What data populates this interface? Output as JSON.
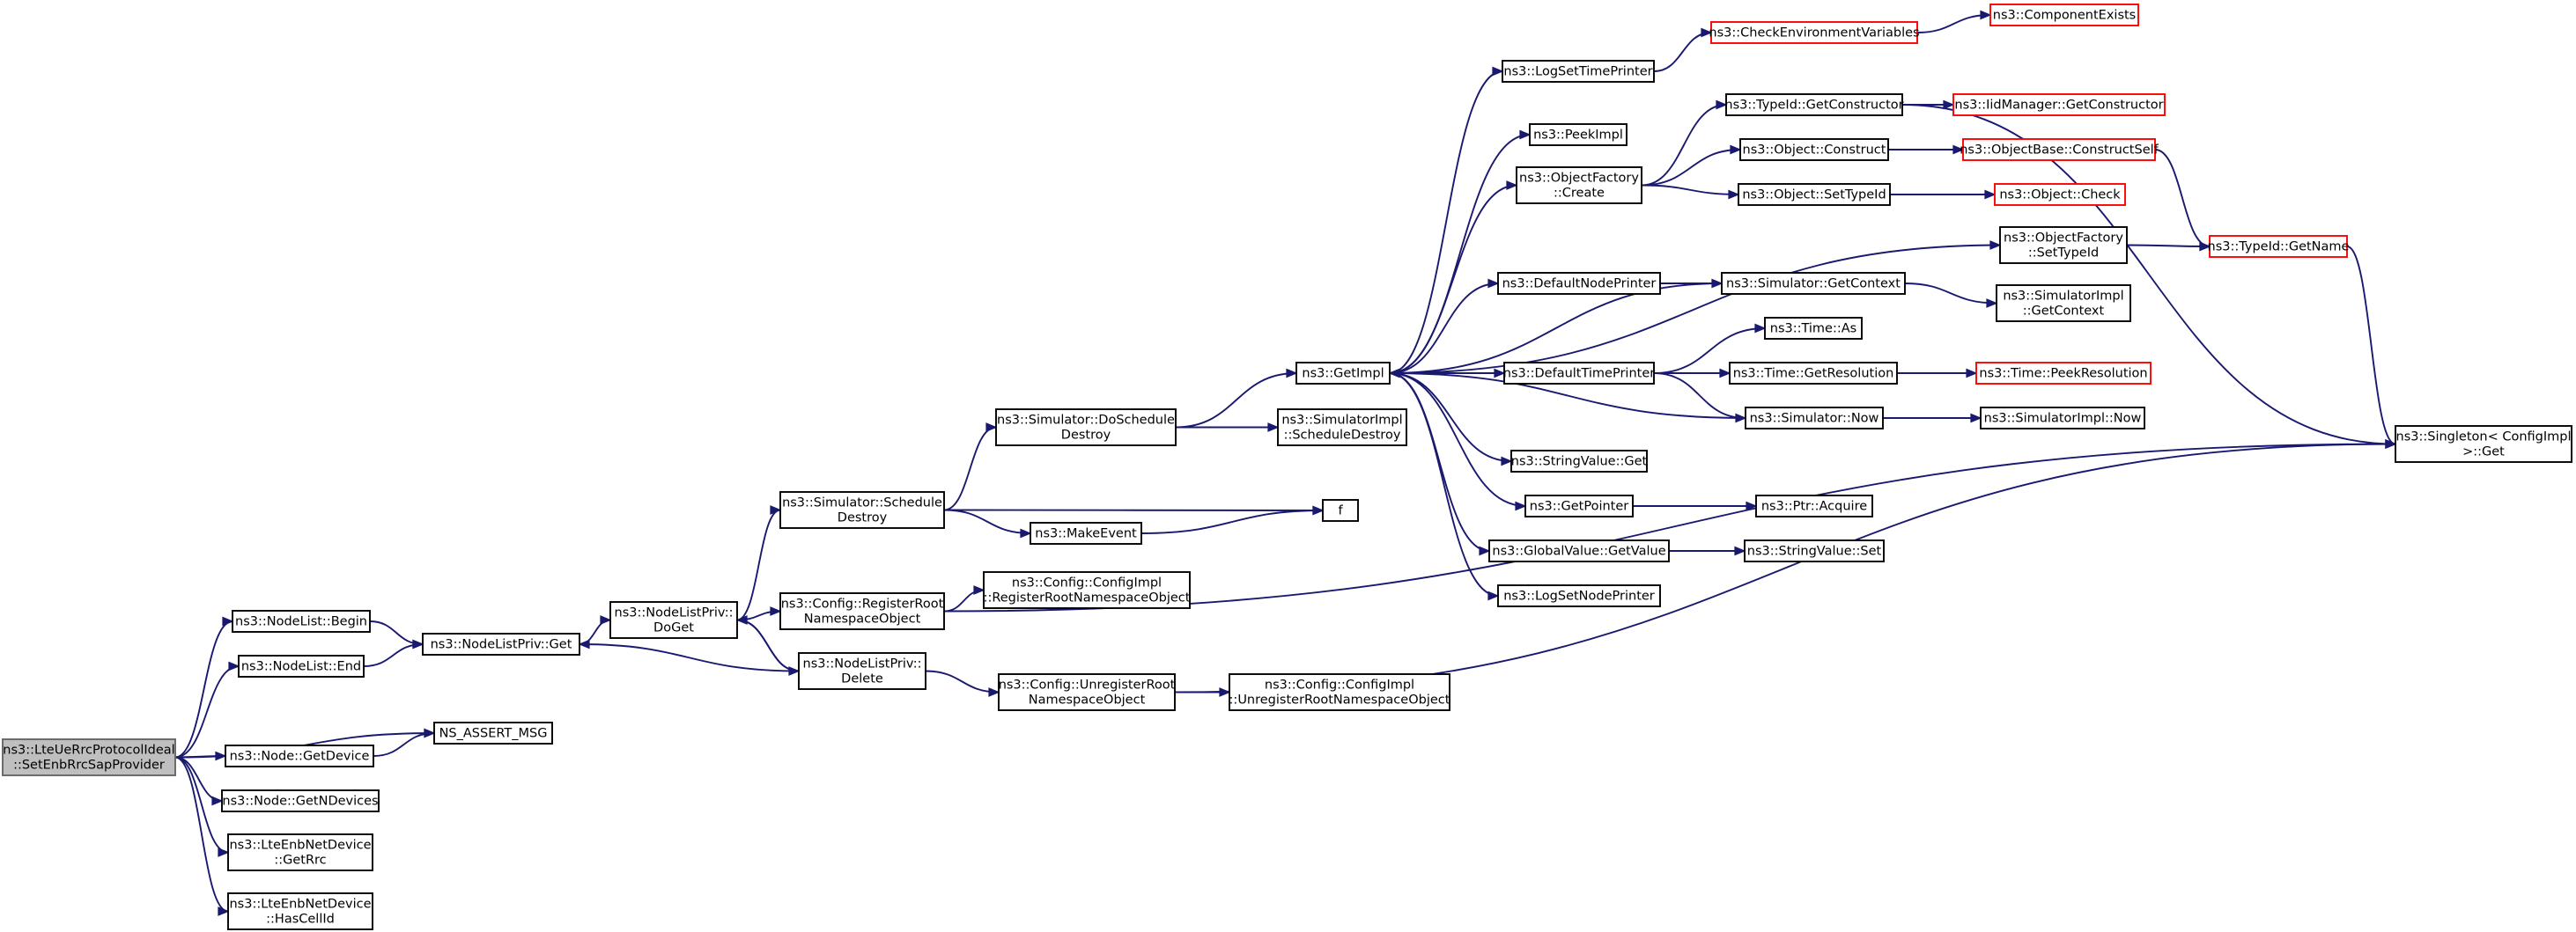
{
  "colors": {
    "edge": "#191970",
    "border": "#000000",
    "truncated_border": "#ff0000",
    "root_fill": "#bfbfbf",
    "root_border": "#666666",
    "background": "#ffffff"
  },
  "nodes": [
    {
      "id": "root",
      "lines": [
        "ns3::LteUeRrcProtocolIdeal",
        "::SetEnbRrcSapProvider"
      ],
      "kind": "root"
    },
    {
      "id": "nodelist_begin",
      "lines": [
        "ns3::NodeList::Begin"
      ],
      "kind": "normal"
    },
    {
      "id": "nodelist_end",
      "lines": [
        "ns3::NodeList::End"
      ],
      "kind": "normal"
    },
    {
      "id": "ns_assert",
      "lines": [
        "NS_ASSERT_MSG"
      ],
      "kind": "normal"
    },
    {
      "id": "node_getdevice",
      "lines": [
        "ns3::Node::GetDevice"
      ],
      "kind": "normal"
    },
    {
      "id": "node_getndevices",
      "lines": [
        "ns3::Node::GetNDevices"
      ],
      "kind": "normal"
    },
    {
      "id": "enb_getrrc",
      "lines": [
        "ns3::LteEnbNetDevice",
        "::GetRrc"
      ],
      "kind": "normal"
    },
    {
      "id": "enb_hascellid",
      "lines": [
        "ns3::LteEnbNetDevice",
        "::HasCellId"
      ],
      "kind": "normal"
    },
    {
      "id": "nodelistpriv_get",
      "lines": [
        "ns3::NodeListPriv::Get"
      ],
      "kind": "normal"
    },
    {
      "id": "nodelistpriv_doget",
      "lines": [
        "ns3::NodeListPriv::",
        "DoGet"
      ],
      "kind": "normal"
    },
    {
      "id": "nodelistpriv_delete",
      "lines": [
        "ns3::NodeListPriv::",
        "Delete"
      ],
      "kind": "normal"
    },
    {
      "id": "sim_scheduledestroy",
      "lines": [
        "ns3::Simulator::Schedule",
        "Destroy"
      ],
      "kind": "normal"
    },
    {
      "id": "config_registerroot",
      "lines": [
        "ns3::Config::RegisterRoot",
        "NamespaceObject"
      ],
      "kind": "normal"
    },
    {
      "id": "config_unregisterroot",
      "lines": [
        "ns3::Config::UnregisterRoot",
        "NamespaceObject"
      ],
      "kind": "normal"
    },
    {
      "id": "sim_doscheduledestroy",
      "lines": [
        "ns3::Simulator::DoSchedule",
        "Destroy"
      ],
      "kind": "normal"
    },
    {
      "id": "makeevent",
      "lines": [
        "ns3::MakeEvent"
      ],
      "kind": "normal"
    },
    {
      "id": "f",
      "lines": [
        "f"
      ],
      "kind": "normal"
    },
    {
      "id": "configimpl_register",
      "lines": [
        "ns3::Config::ConfigImpl",
        "::RegisterRootNamespaceObject"
      ],
      "kind": "normal"
    },
    {
      "id": "configimpl_unregister",
      "lines": [
        "ns3::Config::ConfigImpl",
        "::UnregisterRootNamespaceObject"
      ],
      "kind": "normal"
    },
    {
      "id": "getimpl",
      "lines": [
        "ns3::GetImpl"
      ],
      "kind": "normal"
    },
    {
      "id": "simimpl_scheduledestroy",
      "lines": [
        "ns3::SimulatorImpl",
        "::ScheduleDestroy"
      ],
      "kind": "normal"
    },
    {
      "id": "logsettimeprinter",
      "lines": [
        "ns3::LogSetTimePrinter"
      ],
      "kind": "normal"
    },
    {
      "id": "peekimpl",
      "lines": [
        "ns3::PeekImpl"
      ],
      "kind": "normal"
    },
    {
      "id": "objectfactory_create",
      "lines": [
        "ns3::ObjectFactory",
        "::Create"
      ],
      "kind": "normal"
    },
    {
      "id": "defaultnodeprinter",
      "lines": [
        "ns3::DefaultNodePrinter"
      ],
      "kind": "normal"
    },
    {
      "id": "defaulttimeprinter",
      "lines": [
        "ns3::DefaultTimePrinter"
      ],
      "kind": "normal"
    },
    {
      "id": "stringvalue_get",
      "lines": [
        "ns3::StringValue::Get"
      ],
      "kind": "normal"
    },
    {
      "id": "getpointer",
      "lines": [
        "ns3::GetPointer"
      ],
      "kind": "normal"
    },
    {
      "id": "globalvalue_getvalue",
      "lines": [
        "ns3::GlobalValue::GetValue"
      ],
      "kind": "normal"
    },
    {
      "id": "logsetnodeprinter",
      "lines": [
        "ns3::LogSetNodePrinter"
      ],
      "kind": "normal"
    },
    {
      "id": "checkenv",
      "lines": [
        "ns3::CheckEnvironmentVariables"
      ],
      "kind": "truncated"
    },
    {
      "id": "componentexists",
      "lines": [
        "ns3::ComponentExists"
      ],
      "kind": "truncated"
    },
    {
      "id": "typeid_getconstructor",
      "lines": [
        "ns3::TypeId::GetConstructor"
      ],
      "kind": "normal"
    },
    {
      "id": "object_construct",
      "lines": [
        "ns3::Object::Construct"
      ],
      "kind": "normal"
    },
    {
      "id": "object_settypeid",
      "lines": [
        "ns3::Object::SetTypeId"
      ],
      "kind": "normal"
    },
    {
      "id": "objectfactory_settypeid",
      "lines": [
        "ns3::ObjectFactory",
        "::SetTypeId"
      ],
      "kind": "normal"
    },
    {
      "id": "sim_getcontext",
      "lines": [
        "ns3::Simulator::GetContext"
      ],
      "kind": "normal"
    },
    {
      "id": "time_as",
      "lines": [
        "ns3::Time::As"
      ],
      "kind": "normal"
    },
    {
      "id": "time_getresolution",
      "lines": [
        "ns3::Time::GetResolution"
      ],
      "kind": "normal"
    },
    {
      "id": "sim_now",
      "lines": [
        "ns3::Simulator::Now"
      ],
      "kind": "normal"
    },
    {
      "id": "ptr_acquire",
      "lines": [
        "ns3::Ptr::Acquire"
      ],
      "kind": "normal"
    },
    {
      "id": "stringvalue_set",
      "lines": [
        "ns3::StringValue::Set"
      ],
      "kind": "normal"
    },
    {
      "id": "iidmanager_getconstructor",
      "lines": [
        "ns3::IidManager::GetConstructor"
      ],
      "kind": "truncated"
    },
    {
      "id": "objectbase_constructself",
      "lines": [
        "ns3::ObjectBase::ConstructSelf"
      ],
      "kind": "truncated"
    },
    {
      "id": "object_check",
      "lines": [
        "ns3::Object::Check"
      ],
      "kind": "truncated"
    },
    {
      "id": "simimpl_getcontext",
      "lines": [
        "ns3::SimulatorImpl",
        "::GetContext"
      ],
      "kind": "normal"
    },
    {
      "id": "time_peekresolution",
      "lines": [
        "ns3::Time::PeekResolution"
      ],
      "kind": "truncated"
    },
    {
      "id": "simimpl_now",
      "lines": [
        "ns3::SimulatorImpl::Now"
      ],
      "kind": "normal"
    },
    {
      "id": "typeid_getname",
      "lines": [
        "ns3::TypeId::GetName"
      ],
      "kind": "truncated"
    },
    {
      "id": "singleton_get",
      "lines": [
        "ns3::Singleton< ConfigImpl",
        " >::Get"
      ],
      "kind": "normal"
    }
  ],
  "edges": [
    [
      "root",
      "nodelist_begin"
    ],
    [
      "root",
      "nodelist_end"
    ],
    [
      "root",
      "ns_assert"
    ],
    [
      "root",
      "node_getdevice"
    ],
    [
      "root",
      "node_getndevices"
    ],
    [
      "root",
      "enb_getrrc"
    ],
    [
      "root",
      "enb_hascellid"
    ],
    [
      "nodelist_begin",
      "nodelistpriv_get"
    ],
    [
      "nodelist_end",
      "nodelistpriv_get"
    ],
    [
      "node_getdevice",
      "ns_assert"
    ],
    [
      "nodelistpriv_get",
      "nodelistpriv_doget"
    ],
    [
      "nodelistpriv_doget",
      "sim_scheduledestroy"
    ],
    [
      "nodelistpriv_doget",
      "config_registerroot"
    ],
    [
      "nodelistpriv_doget",
      "nodelistpriv_delete"
    ],
    [
      "nodelistpriv_delete",
      "nodelistpriv_doget"
    ],
    [
      "nodelistpriv_delete",
      "nodelistpriv_get"
    ],
    [
      "nodelistpriv_delete",
      "config_unregisterroot"
    ],
    [
      "sim_scheduledestroy",
      "sim_doscheduledestroy"
    ],
    [
      "sim_scheduledestroy",
      "makeevent"
    ],
    [
      "sim_scheduledestroy",
      "f"
    ],
    [
      "makeevent",
      "f"
    ],
    [
      "config_registerroot",
      "configimpl_register"
    ],
    [
      "config_registerroot",
      "singleton_get"
    ],
    [
      "config_unregisterroot",
      "configimpl_unregister"
    ],
    [
      "config_unregisterroot",
      "singleton_get"
    ],
    [
      "sim_doscheduledestroy",
      "getimpl"
    ],
    [
      "sim_doscheduledestroy",
      "simimpl_scheduledestroy"
    ],
    [
      "getimpl",
      "logsettimeprinter"
    ],
    [
      "getimpl",
      "peekimpl"
    ],
    [
      "getimpl",
      "objectfactory_create"
    ],
    [
      "getimpl",
      "objectfactory_settypeid"
    ],
    [
      "getimpl",
      "defaultnodeprinter"
    ],
    [
      "getimpl",
      "defaulttimeprinter"
    ],
    [
      "getimpl",
      "stringvalue_get"
    ],
    [
      "getimpl",
      "getpointer"
    ],
    [
      "getimpl",
      "globalvalue_getvalue"
    ],
    [
      "getimpl",
      "logsetnodeprinter"
    ],
    [
      "sim_getcontext",
      "getimpl"
    ],
    [
      "sim_now",
      "getimpl"
    ],
    [
      "logsettimeprinter",
      "checkenv"
    ],
    [
      "checkenv",
      "componentexists"
    ],
    [
      "objectfactory_create",
      "typeid_getconstructor"
    ],
    [
      "objectfactory_create",
      "object_construct"
    ],
    [
      "objectfactory_create",
      "object_settypeid"
    ],
    [
      "typeid_getconstructor",
      "iidmanager_getconstructor"
    ],
    [
      "typeid_getconstructor",
      "singleton_get"
    ],
    [
      "object_construct",
      "objectbase_constructself"
    ],
    [
      "object_settypeid",
      "object_check"
    ],
    [
      "objectbase_constructself",
      "typeid_getname"
    ],
    [
      "objectfactory_settypeid",
      "typeid_getname"
    ],
    [
      "typeid_getname",
      "singleton_get"
    ],
    [
      "defaultnodeprinter",
      "sim_getcontext"
    ],
    [
      "sim_getcontext",
      "simimpl_getcontext"
    ],
    [
      "defaulttimeprinter",
      "time_as"
    ],
    [
      "defaulttimeprinter",
      "time_getresolution"
    ],
    [
      "defaulttimeprinter",
      "sim_now"
    ],
    [
      "time_getresolution",
      "time_peekresolution"
    ],
    [
      "sim_now",
      "simimpl_now"
    ],
    [
      "getpointer",
      "ptr_acquire"
    ],
    [
      "globalvalue_getvalue",
      "stringvalue_set"
    ]
  ]
}
